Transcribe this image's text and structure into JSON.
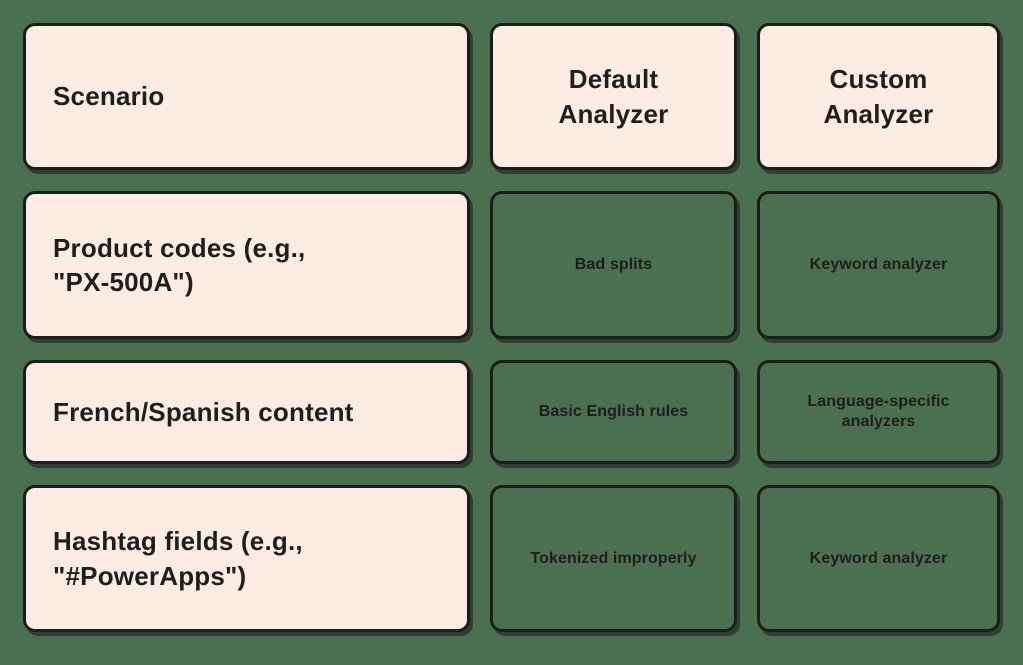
{
  "theme": {
    "background_color": "#4b7051",
    "cell_background": "#fdece4",
    "border_color": "#1c1c1c",
    "text_color": "#1e1e1e"
  },
  "table": {
    "header": {
      "scenario": "Scenario",
      "default_analyzer": "Default\nAnalyzer",
      "custom_analyzer": "Custom\nAnalyzer"
    },
    "rows": [
      {
        "scenario": "Product codes (e.g.,\n\"PX-500A\")",
        "default_analyzer": "Bad splits",
        "custom_analyzer": "Keyword analyzer"
      },
      {
        "scenario": "French/Spanish content",
        "default_analyzer": "Basic English rules",
        "custom_analyzer": "Language-specific\nanalyzers"
      },
      {
        "scenario": "Hashtag fields (e.g.,\n\"#PowerApps\")",
        "default_analyzer": "Tokenized improperly",
        "custom_analyzer": "Keyword analyzer"
      }
    ]
  }
}
